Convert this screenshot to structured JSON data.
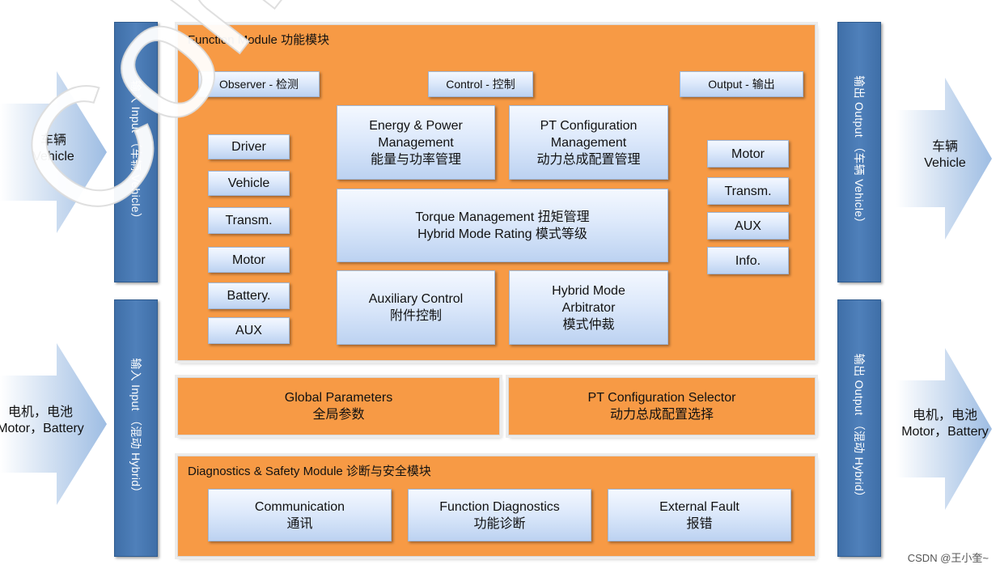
{
  "left_arrows": [
    {
      "line1": "车辆",
      "line2": "Vehicle"
    },
    {
      "line1": "电机，电池",
      "line2": "Motor，Battery"
    }
  ],
  "right_arrows": [
    {
      "line1": "车辆",
      "line2": "Vehicle"
    },
    {
      "line1": "电机，电池",
      "line2": "Motor，Battery"
    }
  ],
  "input_bars": [
    "输入 Input （车辆 Vehicle）",
    "输入 Input （混动 Hybrid）"
  ],
  "output_bars": [
    "输出 Output （车辆 Vehicle）",
    "输出 Output （混动 Hybrid）"
  ],
  "function_module": {
    "title": "Function Module  功能模块",
    "headers": {
      "observer": "Observer - 检测",
      "control": "Control - 控制",
      "output": "Output - 输出"
    },
    "observer_items": [
      "Driver",
      "Vehicle",
      "Transm.",
      "Motor",
      "Battery.",
      "AUX"
    ],
    "output_items": [
      "Motor",
      "Transm.",
      "AUX",
      "Info."
    ],
    "control_blocks": {
      "energy": [
        "Energy & Power",
        "Management",
        "能量与功率管理"
      ],
      "ptconfig": [
        "PT Configuration",
        "Management",
        "动力总成配置管理"
      ],
      "torque": [
        "Torque Management 扭矩管理",
        "Hybrid Mode Rating 模式等级"
      ],
      "auxiliary": [
        "Auxiliary Control",
        "附件控制"
      ],
      "arbitrator": [
        "Hybrid Mode",
        "Arbitrator",
        "模式仲裁"
      ]
    }
  },
  "global_parameters": [
    "Global Parameters",
    "全局参数"
  ],
  "pt_selector": [
    "PT Configuration Selector",
    "动力总成配置选择"
  ],
  "diagnostics": {
    "title": "Diagnostics & Safety Module  诊断与安全模块",
    "items": [
      [
        "Communication",
        "通讯"
      ],
      [
        "Function Diagnostics",
        "功能诊断"
      ],
      [
        "External Fault",
        "报错"
      ]
    ]
  },
  "watermark": "Confror",
  "credit": "CSDN @王小奎~",
  "colors": {
    "orange": "#f79a45",
    "bar_blue": "#4a7ab5",
    "arrow_blue": "#a9c3e4"
  }
}
